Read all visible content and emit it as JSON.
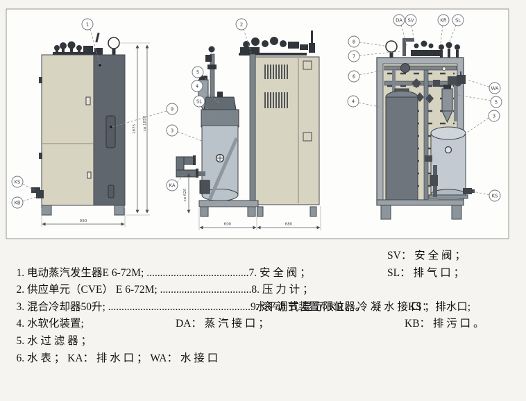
{
  "diagram": {
    "callouts": {
      "l1": "1",
      "l9": "9",
      "lks": "KS",
      "lkb": "KB",
      "m2": "2",
      "m5": "5",
      "m4": "4",
      "msl": "SL",
      "m3": "3",
      "mka": "KA",
      "rda": "DA",
      "rsv": "SV",
      "rkr": "KR",
      "rsl": "SL",
      "r8": "8",
      "r7": "7",
      "r6": "6",
      "r4": "4",
      "rwa": "WA",
      "r5": "5",
      "r3": "3",
      "rks": "KS"
    },
    "dimensions": {
      "d1875": "1875",
      "d1850": "ca 1850",
      "d990": "990",
      "d600": "600",
      "d680": "680",
      "d620": "ca 620"
    },
    "colors": {
      "beige": "#d8d4c2",
      "dark_panel": "#60666d",
      "steel": "#6e757c",
      "light_tank": "#c3cad1",
      "frame_gray": "#a9afb5",
      "foot_gray": "#8d959c"
    }
  },
  "legend": {
    "rows": [
      {
        "a": "1. 电动蒸汽发生器E 6-72M; ......................................7. 安 全 阀 ；",
        "c": "SV： 安 全 阀 ；"
      },
      {
        "a": "2. 供应单元（CVE） E 6-72M; ..................................8. 压 力 计 ；",
        "c": "SL： 排 气 口 ；"
      },
      {
        "a": "3. 混合冷却器50升; .....................................................9. 滚 动 式 显 示 KR： 冷 凝 水 接 口 ；"
      },
      {
        "a": "4. 水软化装置;",
        "b": "水平调节装置/限位器。",
        "c": "KS： 排水口;"
      },
      {
        "a": "5. 水 过 滤 器 ；",
        "b": "DA： 蒸 汽 接 口 ；",
        "c": "KB： 排 污 口 。"
      },
      {
        "a": "6. 水 表 ； KA： 排 水 口 ； WA： 水 接 口"
      }
    ]
  }
}
